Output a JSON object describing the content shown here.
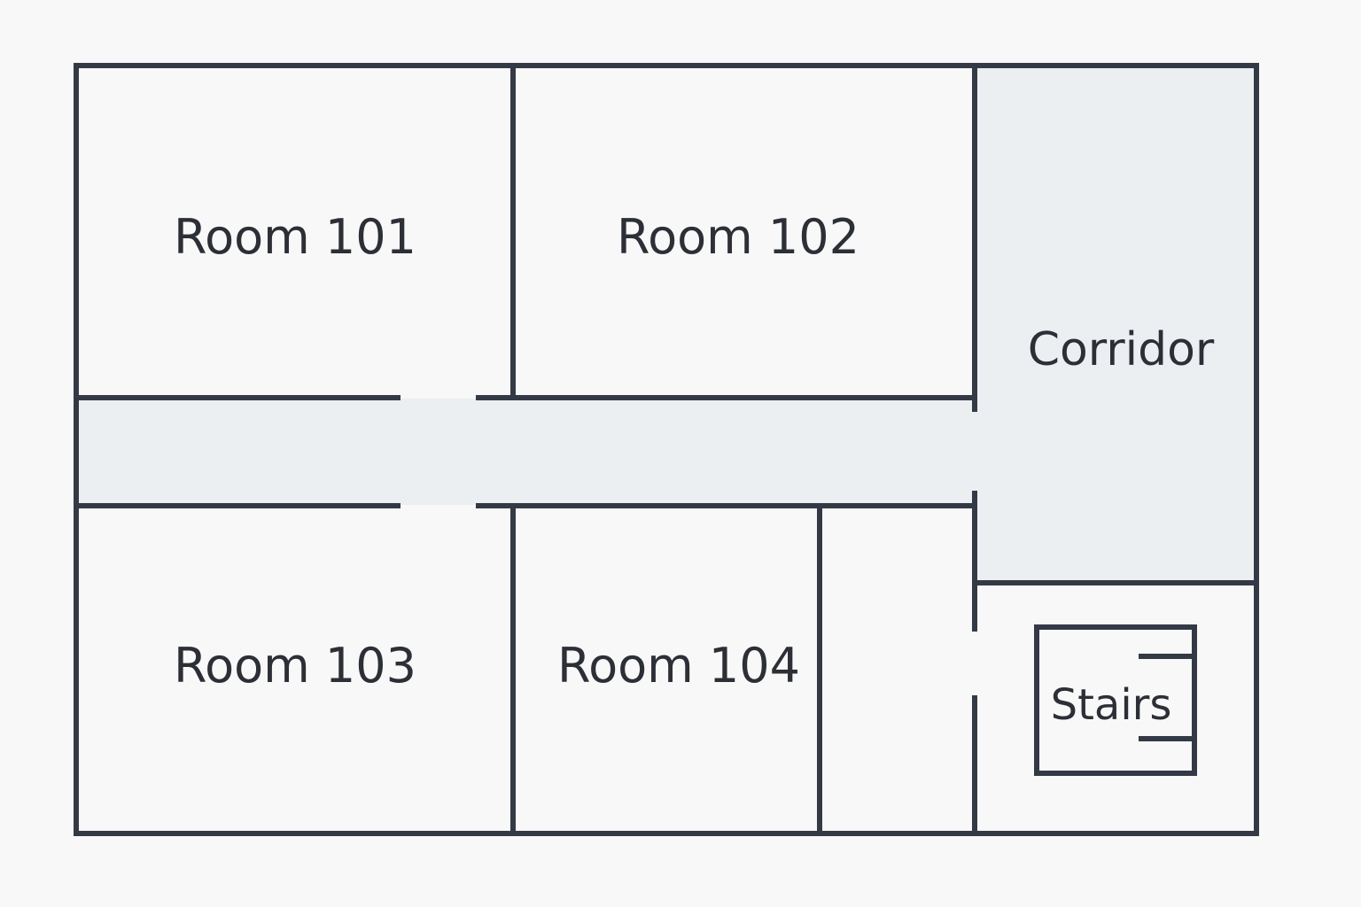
{
  "colors": {
    "wall": "#343a45",
    "corridor_fill": "#eceff2",
    "room_fill": "#f8f8f8",
    "text": "#2c2f36"
  },
  "rooms": {
    "room_101": "Room 101",
    "room_102": "Room 102",
    "room_103": "Room 103",
    "room_104": "Room 104",
    "corridor": "Corridor",
    "stairs": "Stairs"
  }
}
